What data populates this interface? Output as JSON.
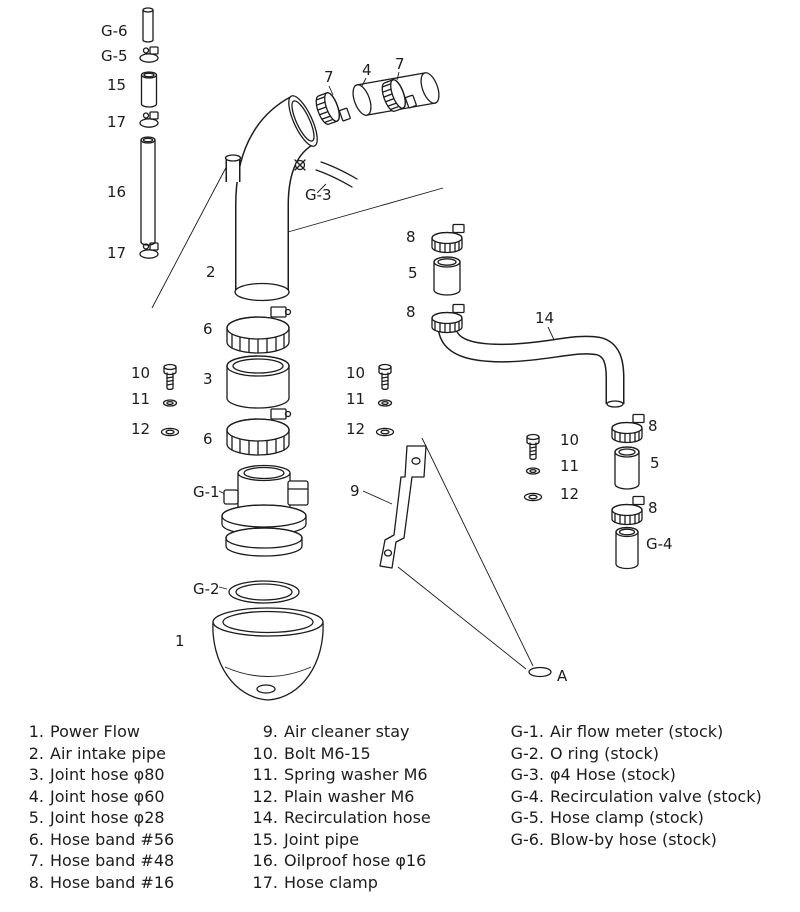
{
  "colors": {
    "line": "#1c1c1c",
    "background": "#ffffff"
  },
  "diagram": {
    "labels": {
      "g6": "G-6",
      "g5": "G-5",
      "p15": "15",
      "p17": "17",
      "p16": "16",
      "p7": "7",
      "p4": "4",
      "p2": "2",
      "g3": "G-3",
      "p6": "6",
      "p3": "3",
      "p10": "10",
      "p11": "11",
      "p12": "12",
      "g1": "G-1",
      "g2": "G-2",
      "p1": "1",
      "p9": "9",
      "p8": "8",
      "p5": "5",
      "p14": "14",
      "g4": "G-4",
      "a": "A"
    }
  },
  "legend": {
    "col1": [
      {
        "num": "1.",
        "name": "Power Flow"
      },
      {
        "num": "2.",
        "name": "Air intake pipe"
      },
      {
        "num": "3.",
        "name": "Joint hose φ80"
      },
      {
        "num": "4.",
        "name": "Joint hose φ60"
      },
      {
        "num": "5.",
        "name": "Joint hose φ28"
      },
      {
        "num": "6.",
        "name": "Hose band #56"
      },
      {
        "num": "7.",
        "name": "Hose band #48"
      },
      {
        "num": "8.",
        "name": "Hose band #16"
      }
    ],
    "col2": [
      {
        "num": "9.",
        "name": "Air cleaner stay"
      },
      {
        "num": "10.",
        "name": "Bolt M6-15"
      },
      {
        "num": "11.",
        "name": "Spring washer M6"
      },
      {
        "num": "12.",
        "name": "Plain washer M6"
      },
      {
        "num": "14.",
        "name": "Recirculation hose"
      },
      {
        "num": "15.",
        "name": "Joint pipe"
      },
      {
        "num": "16.",
        "name": "Oilproof hose φ16"
      },
      {
        "num": "17.",
        "name": "Hose clamp"
      }
    ],
    "col3": [
      {
        "num": "G-1.",
        "name": "Air flow meter (stock)"
      },
      {
        "num": "G-2.",
        "name": "O ring (stock)"
      },
      {
        "num": "G-3.",
        "name": "φ4 Hose (stock)"
      },
      {
        "num": "G-4.",
        "name": "Recirculation valve (stock)"
      },
      {
        "num": "G-5.",
        "name": "Hose clamp (stock)"
      },
      {
        "num": "G-6.",
        "name": "Blow-by hose (stock)"
      }
    ]
  }
}
